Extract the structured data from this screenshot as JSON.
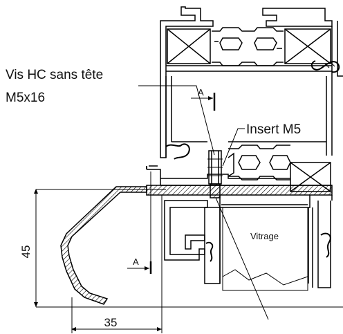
{
  "labels": {
    "screw_line1": "Vis HC sans tête",
    "screw_line2": "M5x16",
    "insert": "Insert M5",
    "glazing": "Vitrage",
    "section_top": "A",
    "section_bottom": "A"
  },
  "dimensions": {
    "height": "45",
    "width": "35"
  }
}
